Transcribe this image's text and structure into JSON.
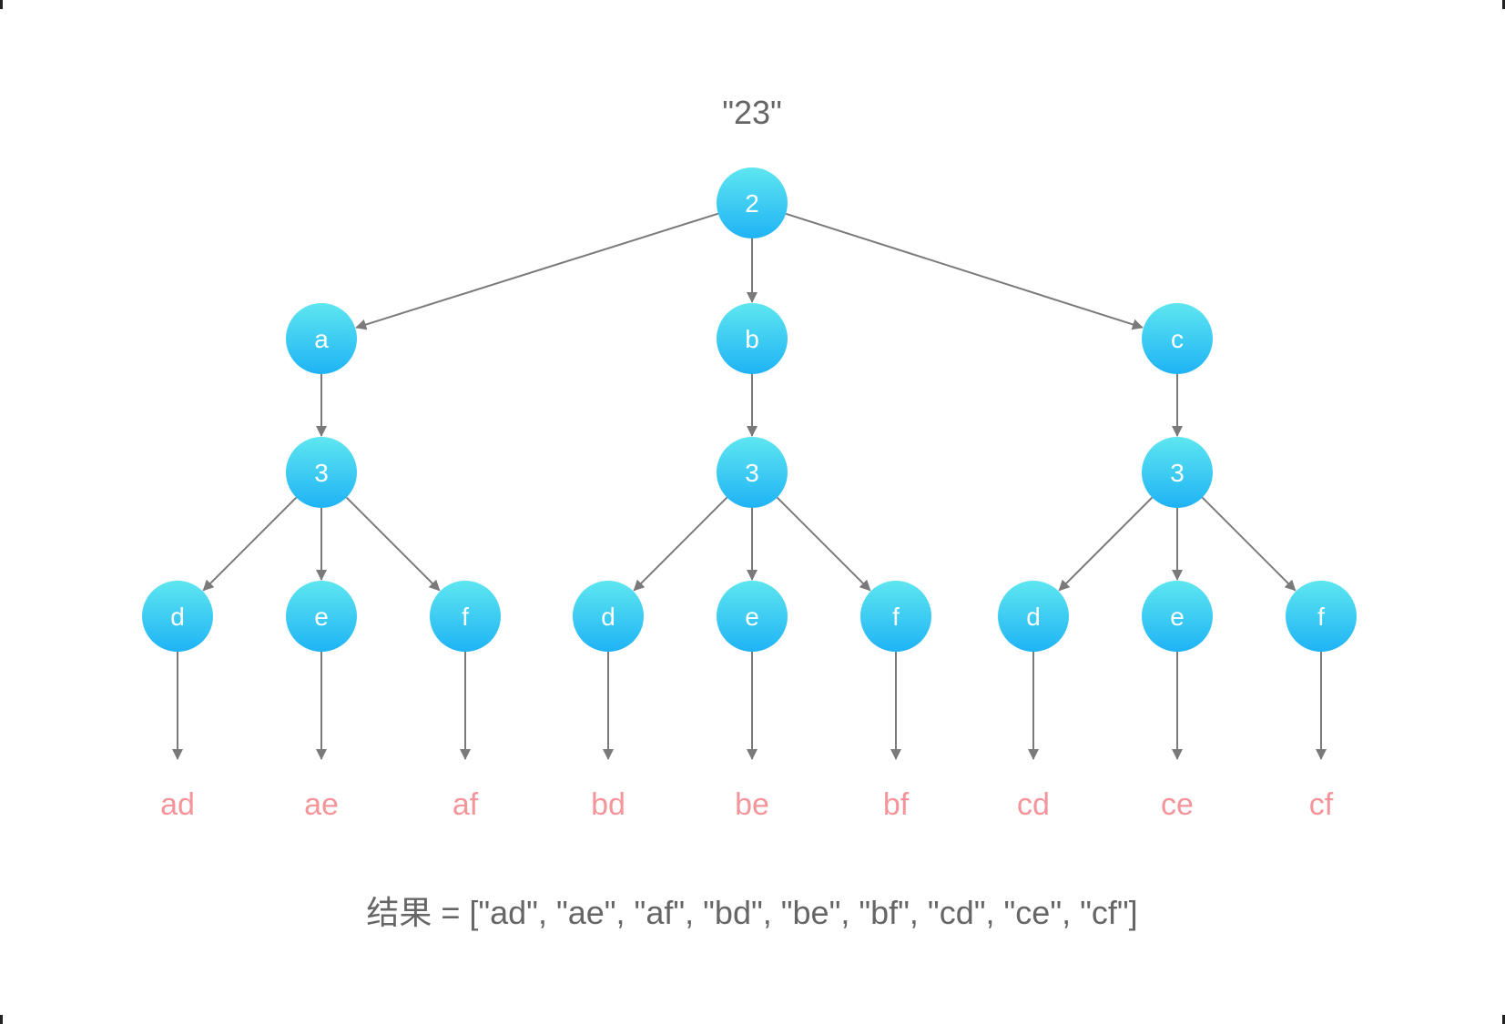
{
  "title": "\"23\"",
  "root": {
    "label": "2"
  },
  "branches": [
    {
      "label": "a",
      "digit": "3",
      "children": [
        {
          "label": "d",
          "result": "ad"
        },
        {
          "label": "e",
          "result": "ae"
        },
        {
          "label": "f",
          "result": "af"
        }
      ]
    },
    {
      "label": "b",
      "digit": "3",
      "children": [
        {
          "label": "d",
          "result": "bd"
        },
        {
          "label": "e",
          "result": "be"
        },
        {
          "label": "f",
          "result": "bf"
        }
      ]
    },
    {
      "label": "c",
      "digit": "3",
      "children": [
        {
          "label": "d",
          "result": "cd"
        },
        {
          "label": "e",
          "result": "ce"
        },
        {
          "label": "f",
          "result": "cf"
        }
      ]
    }
  ],
  "result_line": "结果 = [\"ad\", \"ae\", \"af\", \"bd\", \"be\", \"bf\", \"cd\", \"ce\", \"cf\"]",
  "colors": {
    "node_top": "#5ee6f0",
    "node_bottom": "#1fb3f5",
    "node_text": "#ffffff",
    "edge": "#7a7a7a",
    "title_text": "#666666",
    "leaf_text": "#f4959b",
    "result_text": "#666666"
  }
}
